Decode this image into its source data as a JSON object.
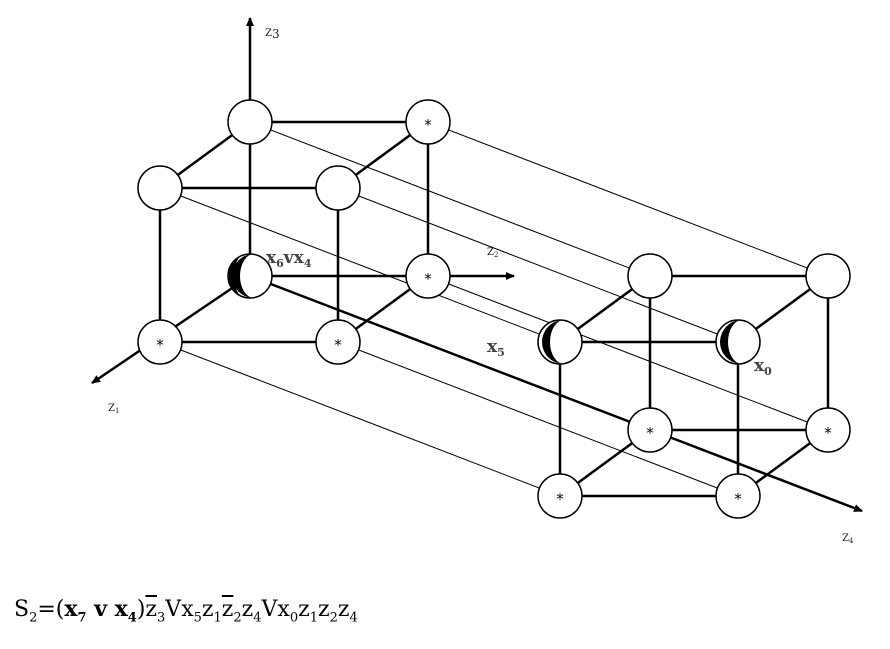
{
  "axes": {
    "z1": {
      "main": "Z",
      "sub": "1"
    },
    "z2": {
      "main": "Z",
      "sub": "2"
    },
    "z3": {
      "main": "Z",
      "sub": "3"
    },
    "z4": {
      "main": "Z",
      "sub": "4"
    }
  },
  "node_marker": "*",
  "labels": {
    "x6vx4": {
      "a": "x",
      "a_sub": "6",
      "op": "vx",
      "b_sub": "4"
    },
    "x5": {
      "a": "x",
      "a_sub": "5"
    },
    "x0": {
      "a": "x",
      "a_sub": "0"
    }
  },
  "formula": {
    "lhs": "S",
    "lhs_sub": "2",
    "eq": "=(",
    "t1": "x",
    "t1_sub": "7",
    "t1_op": " v x",
    "t1b_sub": "4",
    "t1_close": ")",
    "t1_z": "z",
    "t1_z_sub": "3",
    "v1": "V",
    "t2": "x",
    "t2_sub": "5",
    "t2_z1": "z",
    "t2_z1_sub": "1",
    "t2_z2": "z",
    "t2_z2_sub": "2",
    "t2_z4": "z",
    "t2_z4_sub": "4",
    "v2": "V",
    "t3": "x",
    "t3_sub": "0",
    "t3_z1": "z",
    "t3_z1_sub": "1",
    "t3_z2": "z",
    "t3_z2_sub": "2",
    "t3_z4": "z",
    "t3_z4_sub": "4"
  }
}
